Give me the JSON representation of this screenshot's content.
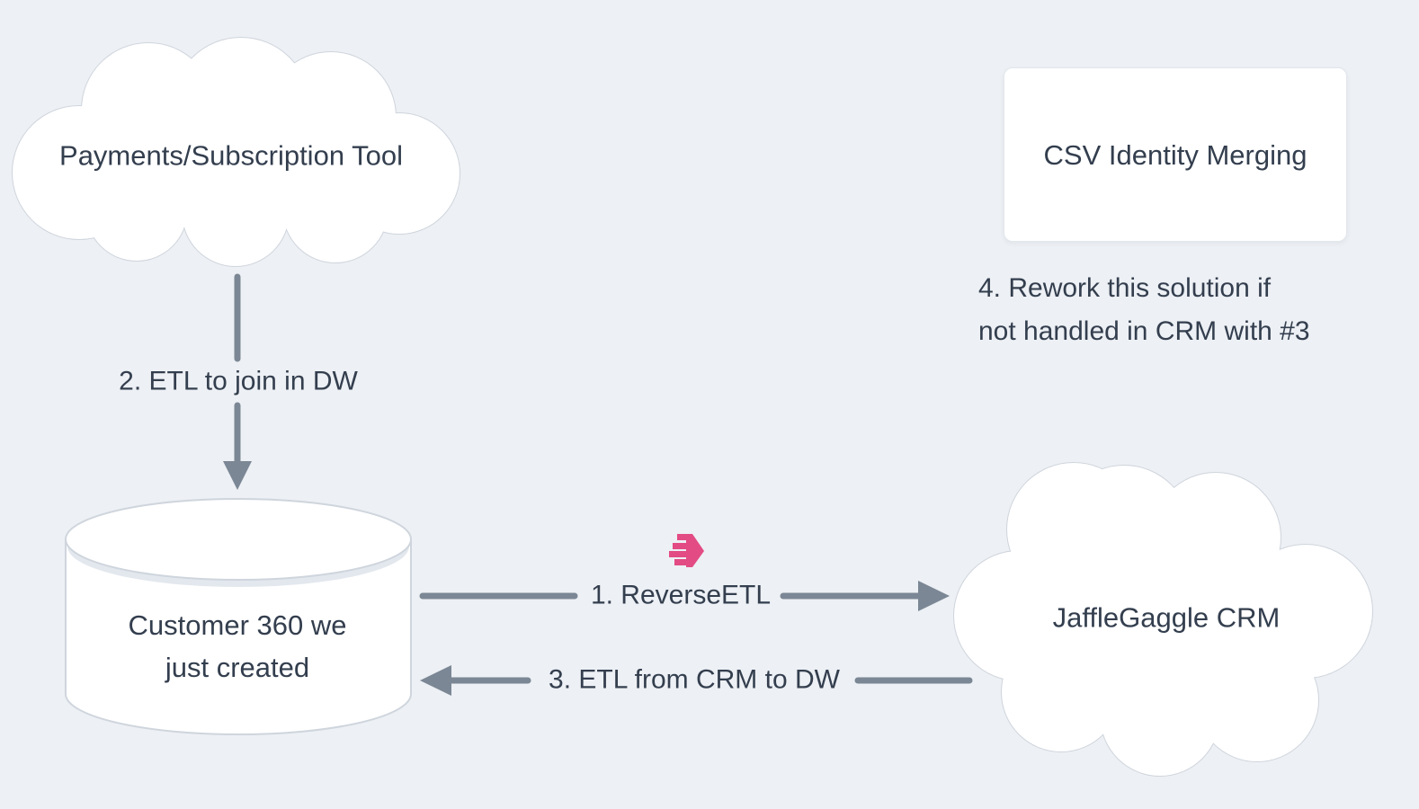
{
  "title": "Customer 360 data flow diagram",
  "colors": {
    "background": "#edf0f4",
    "node_fill": "#ffffff",
    "node_stroke": "#cfd5dd",
    "arrow": "#7b8795",
    "text": "#333e4e",
    "accent_pink": "#e34b84"
  },
  "nodes": {
    "payments_cloud": {
      "shape": "cloud",
      "label": "Payments/Subscription Tool"
    },
    "csv_card": {
      "shape": "rounded-rect",
      "label": "CSV Identity Merging"
    },
    "customer_360_db": {
      "shape": "database-cylinder",
      "label": "Customer 360 we\njust created"
    },
    "jafflegaggle_crm_cloud": {
      "shape": "cloud",
      "label": "JaffleGaggle CRM"
    }
  },
  "edges": {
    "etl_to_dw": {
      "label": "2. ETL to join in DW",
      "from": "payments_cloud",
      "to": "customer_360_db",
      "direction": "down"
    },
    "reverse_etl": {
      "label": "1. ReverseETL",
      "from": "customer_360_db",
      "to": "jafflegaggle_crm_cloud",
      "direction": "right",
      "icon": "hightouch-logo"
    },
    "etl_from_crm": {
      "label": "3. ETL from CRM to DW",
      "from": "jafflegaggle_crm_cloud",
      "to": "customer_360_db",
      "direction": "left"
    }
  },
  "notes": {
    "rework_note": {
      "label": "4. Rework this solution if\nnot handled in CRM with #3"
    }
  }
}
